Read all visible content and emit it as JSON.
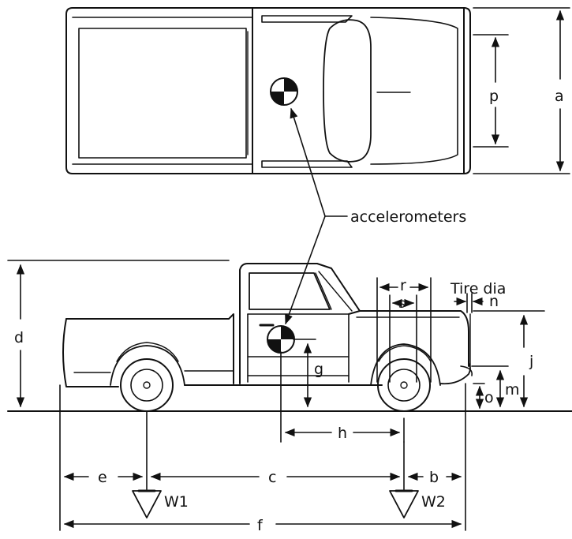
{
  "labels": {
    "a": "a",
    "b": "b",
    "c": "c",
    "d": "d",
    "e": "e",
    "f": "f",
    "g": "g",
    "h": "h",
    "j": "j",
    "m": "m",
    "n": "n",
    "o": "o",
    "p": "p",
    "r": "r",
    "s": "s",
    "tire_dia": "Tire  dia",
    "accelerometers": "accelerometers",
    "w1": "W1",
    "w2": "W2"
  },
  "colors": {
    "ink": "#111111",
    "background": "#ffffff"
  }
}
